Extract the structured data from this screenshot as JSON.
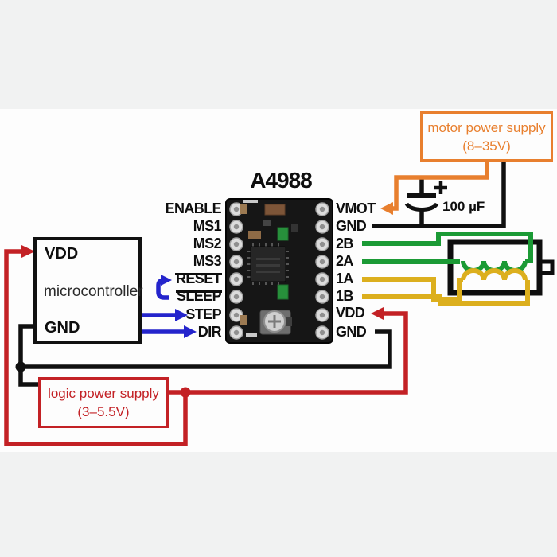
{
  "title": "A4988",
  "left_pins": [
    "ENABLE",
    "MS1",
    "MS2",
    "MS3",
    "RESET",
    "SLEEP",
    "STEP",
    "DIR"
  ],
  "right_pins": [
    "VMOT",
    "GND",
    "2B",
    "2A",
    "1A",
    "1B",
    "VDD",
    "GND"
  ],
  "microcontroller": {
    "name": "microcontroller",
    "pin_vdd": "VDD",
    "pin_gnd": "GND"
  },
  "motor_power_supply": {
    "line1": "motor power supply",
    "line2": "(8–35V)"
  },
  "logic_power_supply": {
    "line1": "logic power supply",
    "line2": "(3–5.5V)"
  },
  "capacitor_label": "100 µF",
  "colors": {
    "motor_supply_accent": "#e87f2e",
    "logic_supply_accent": "#c32125",
    "power_red": "#c32125",
    "signal_blue": "#2424cc",
    "coil_green": "#1b9a35",
    "coil_yellow": "#dcaf1e",
    "wire_black": "#101010",
    "background": "#f1f2f2",
    "diagram_background": "#fdfdfd"
  }
}
